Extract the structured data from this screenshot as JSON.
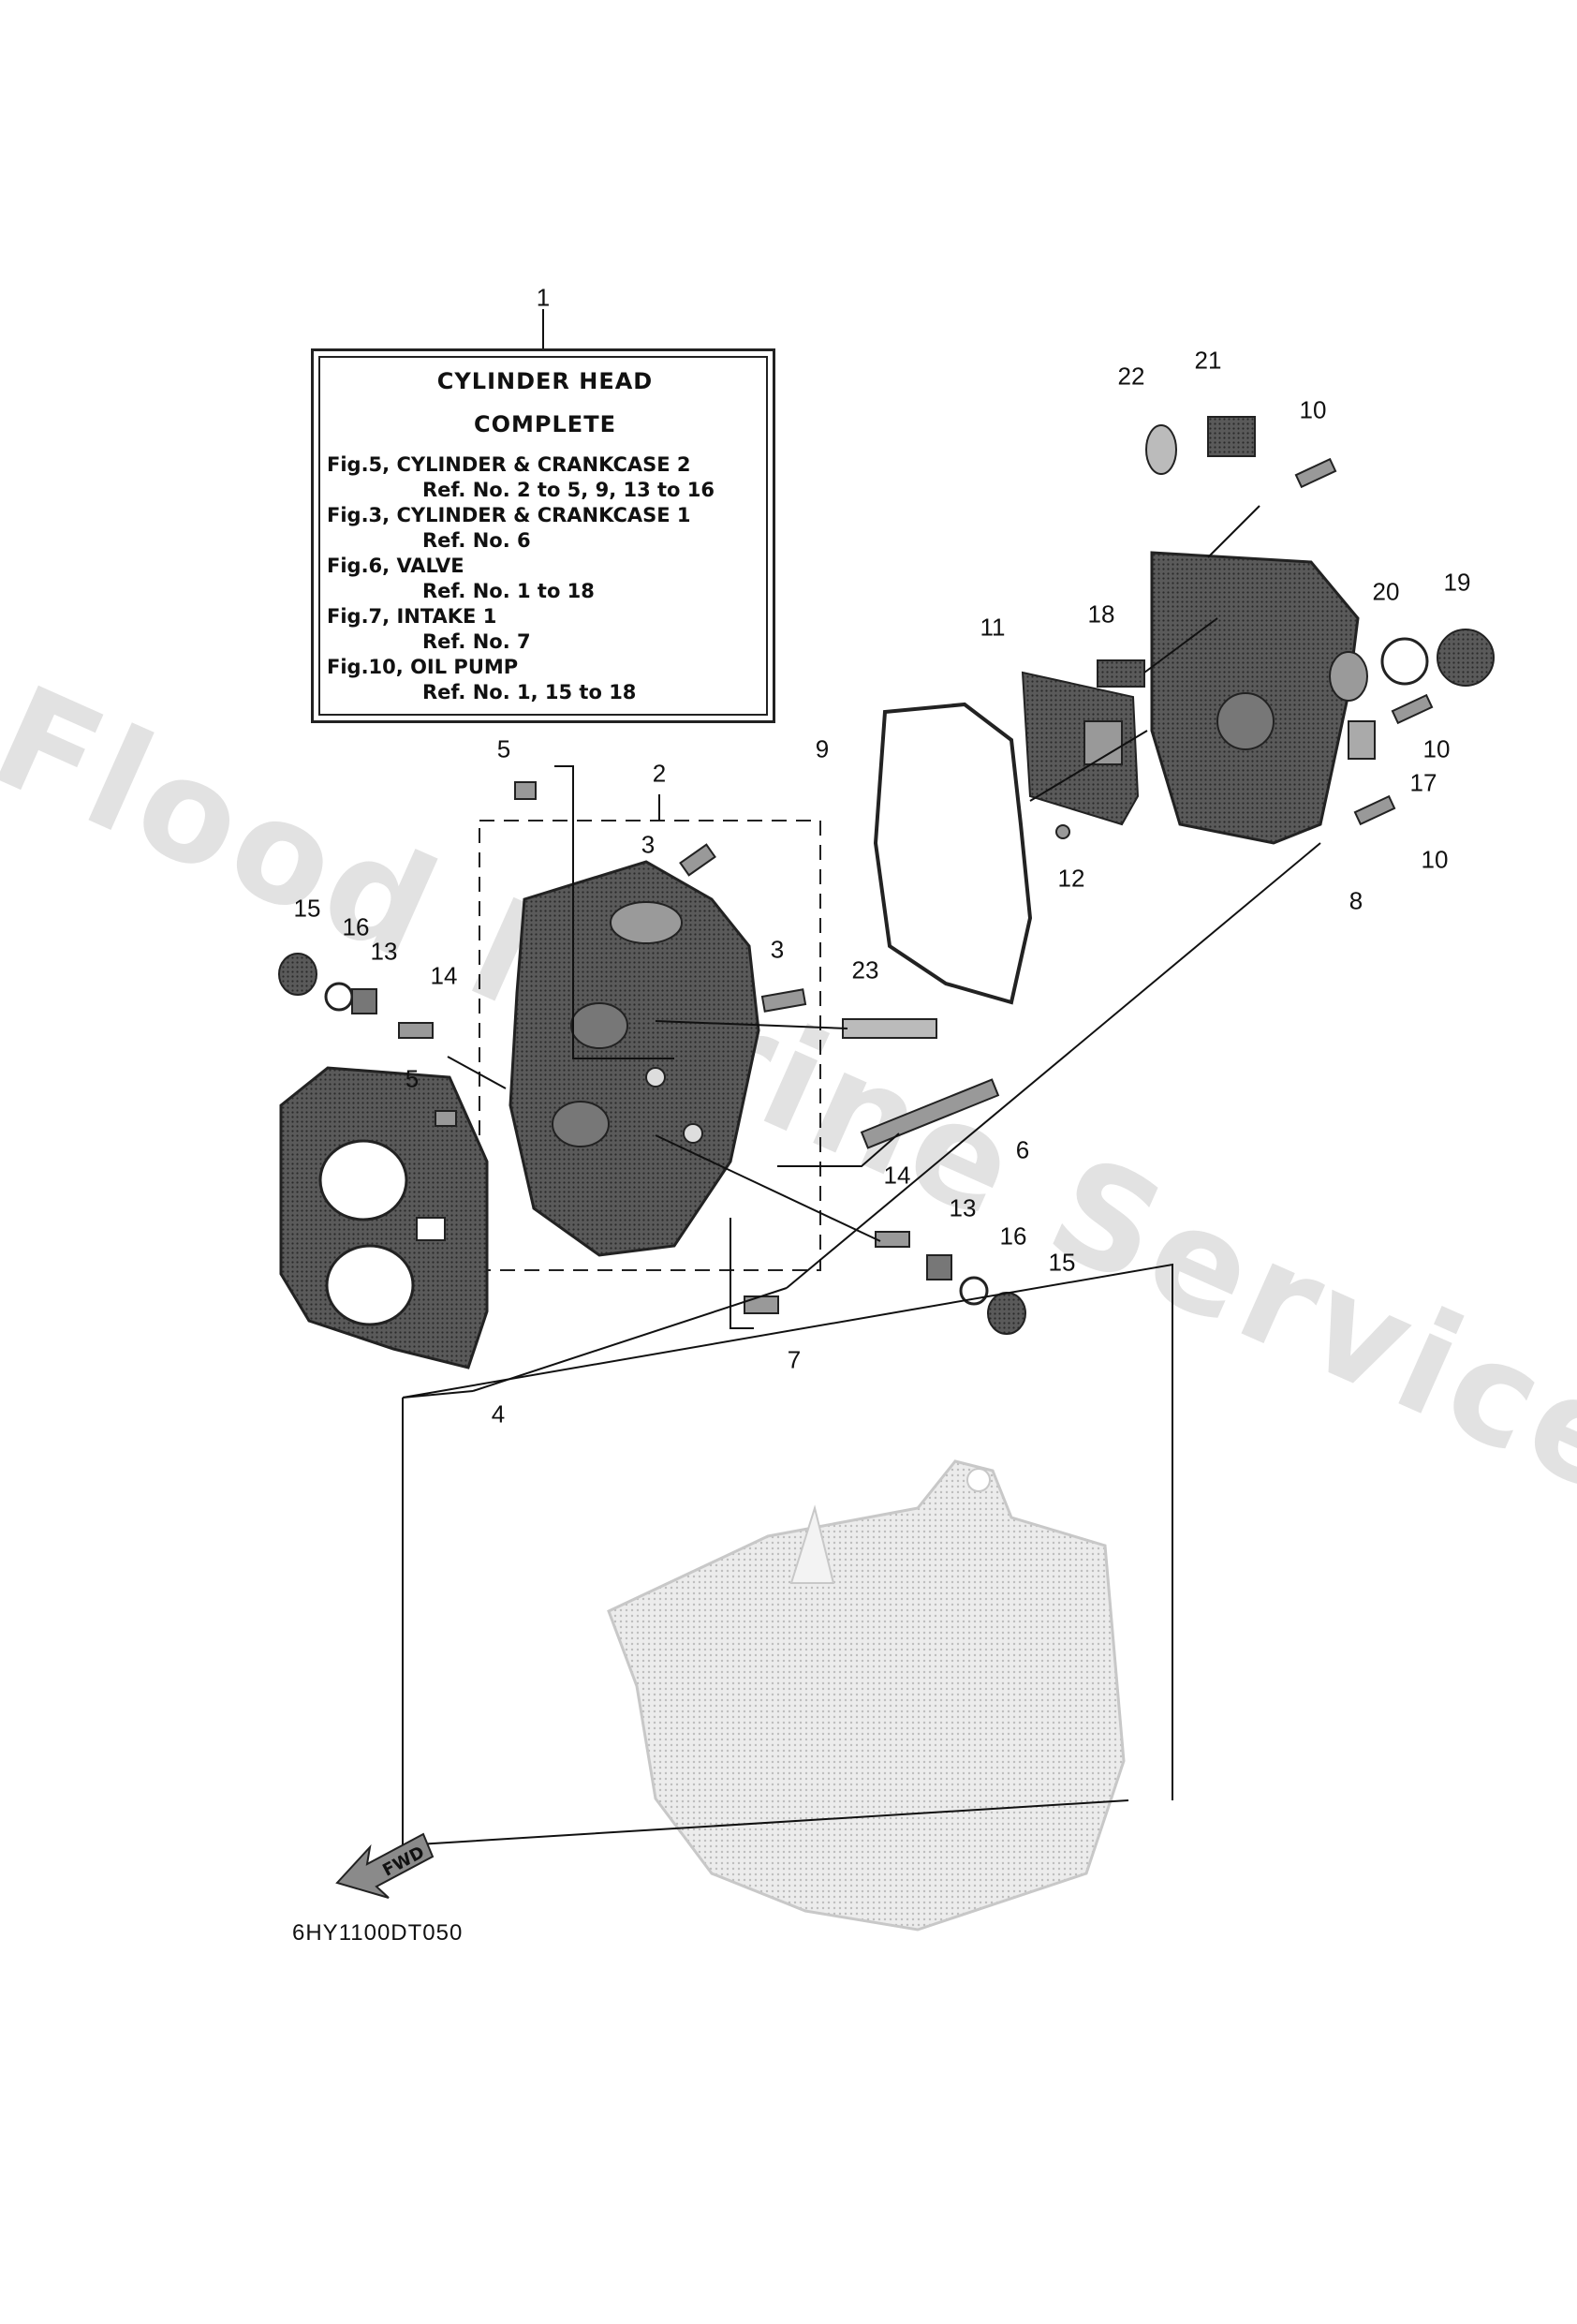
{
  "note": {
    "title_line1": "CYLINDER HEAD",
    "title_line2": "COMPLETE",
    "lines": [
      {
        "text": "Fig.5, CYLINDER & CRANKCASE 2",
        "kind": "fig"
      },
      {
        "text": "Ref. No. 2 to 5, 9, 13 to 16",
        "kind": "ref"
      },
      {
        "text": "Fig.3, CYLINDER & CRANKCASE 1",
        "kind": "fig"
      },
      {
        "text": "Ref. No. 6",
        "kind": "ref"
      },
      {
        "text": "Fig.6, VALVE",
        "kind": "fig"
      },
      {
        "text": "Ref. No. 1 to 18",
        "kind": "ref"
      },
      {
        "text": "Fig.7, INTAKE 1",
        "kind": "fig"
      },
      {
        "text": "Ref. No. 7",
        "kind": "fig_ref"
      },
      {
        "text": "Fig.10, OIL PUMP",
        "kind": "fig"
      },
      {
        "text": "Ref. No. 1, 15 to 18",
        "kind": "ref"
      }
    ]
  },
  "callouts": [
    "1",
    "2",
    "3",
    "3",
    "4",
    "5",
    "5",
    "6",
    "7",
    "8",
    "9",
    "10",
    "10",
    "10",
    "11",
    "12",
    "13",
    "13",
    "14",
    "14",
    "15",
    "15",
    "16",
    "16",
    "17",
    "18",
    "19",
    "20",
    "21",
    "22",
    "23"
  ],
  "diagram_code": "6HY1100DT050",
  "fwd_label": "FWD",
  "watermark": "Flood Marine Services",
  "colors": {
    "line": "#111111",
    "part_dark": "#3a3a3a",
    "part_mid": "#8a8a8a",
    "block_light": "#d8d8d8",
    "watermark": "#e2e2e2"
  }
}
